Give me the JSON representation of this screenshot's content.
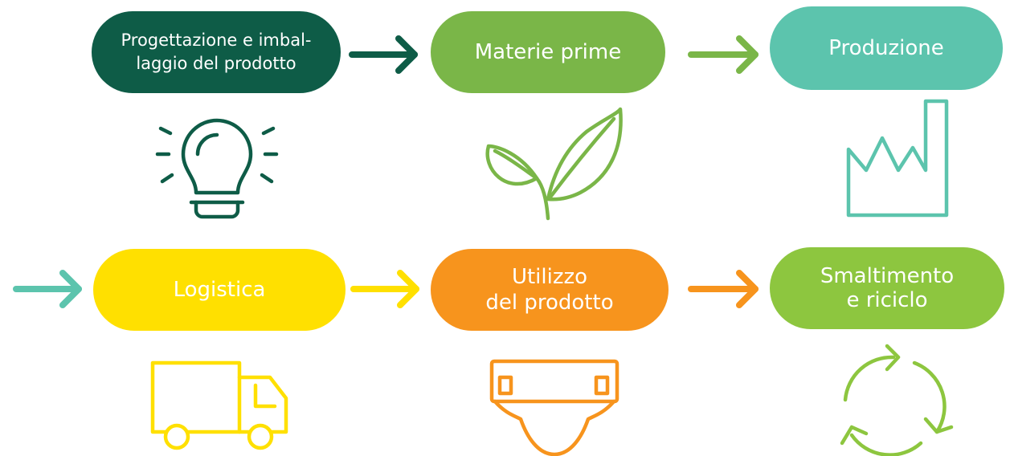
{
  "stages": [
    {
      "line1": "Progettazione e imbal-",
      "line2": "laggio del prodotto",
      "color": "#0e5c47",
      "icon": "lightbulb-icon"
    },
    {
      "line1": "Materie prime",
      "line2": "",
      "color": "#7ab648",
      "icon": "leaf-icon"
    },
    {
      "line1": "Produzione",
      "line2": "",
      "color": "#5cc4ad",
      "icon": "factory-icon"
    },
    {
      "line1": "Logistica",
      "line2": "",
      "color": "#ffe000",
      "icon": "truck-icon"
    },
    {
      "line1": "Utilizzo",
      "line2": "del prodotto",
      "color": "#f7941d",
      "icon": "diaper-icon"
    },
    {
      "line1": "Smaltimento",
      "line2": "e riciclo",
      "color": "#8dc63f",
      "icon": "recycle-icon"
    }
  ]
}
